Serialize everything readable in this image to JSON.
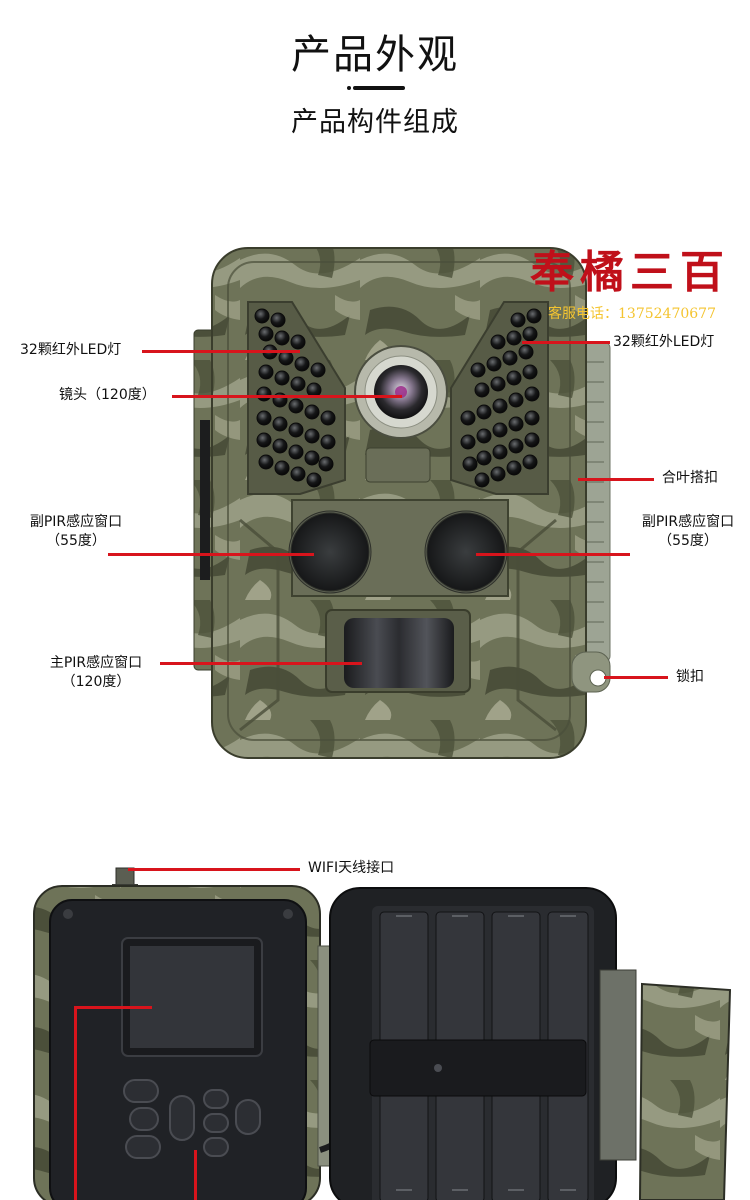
{
  "header": {
    "title": "产品外观",
    "subtitle": "产品构件组成"
  },
  "watermark": {
    "brand": "奉橘三百",
    "phone": "客服电话：13752470677"
  },
  "front_labels": {
    "led_left": "32颗红外LED灯",
    "led_right": "32颗红外LED灯",
    "lens": "镜头（120度）",
    "hinge": "合叶搭扣",
    "sub_pir_left_1": "副PIR感应窗口",
    "sub_pir_left_2": "（55度）",
    "sub_pir_right_1": "副PIR感应窗口",
    "sub_pir_right_2": "（55度）",
    "main_pir_1": "主PIR感应窗口",
    "main_pir_2": "（120度）",
    "lock": "锁扣"
  },
  "open_labels": {
    "wifi": "WIFI天线接口"
  },
  "colors": {
    "leader": "#d8141c",
    "camo_base": "#6e7358",
    "camo_light": "#9ea189",
    "camo_dark": "#3e4230",
    "body_black": "#202226"
  }
}
